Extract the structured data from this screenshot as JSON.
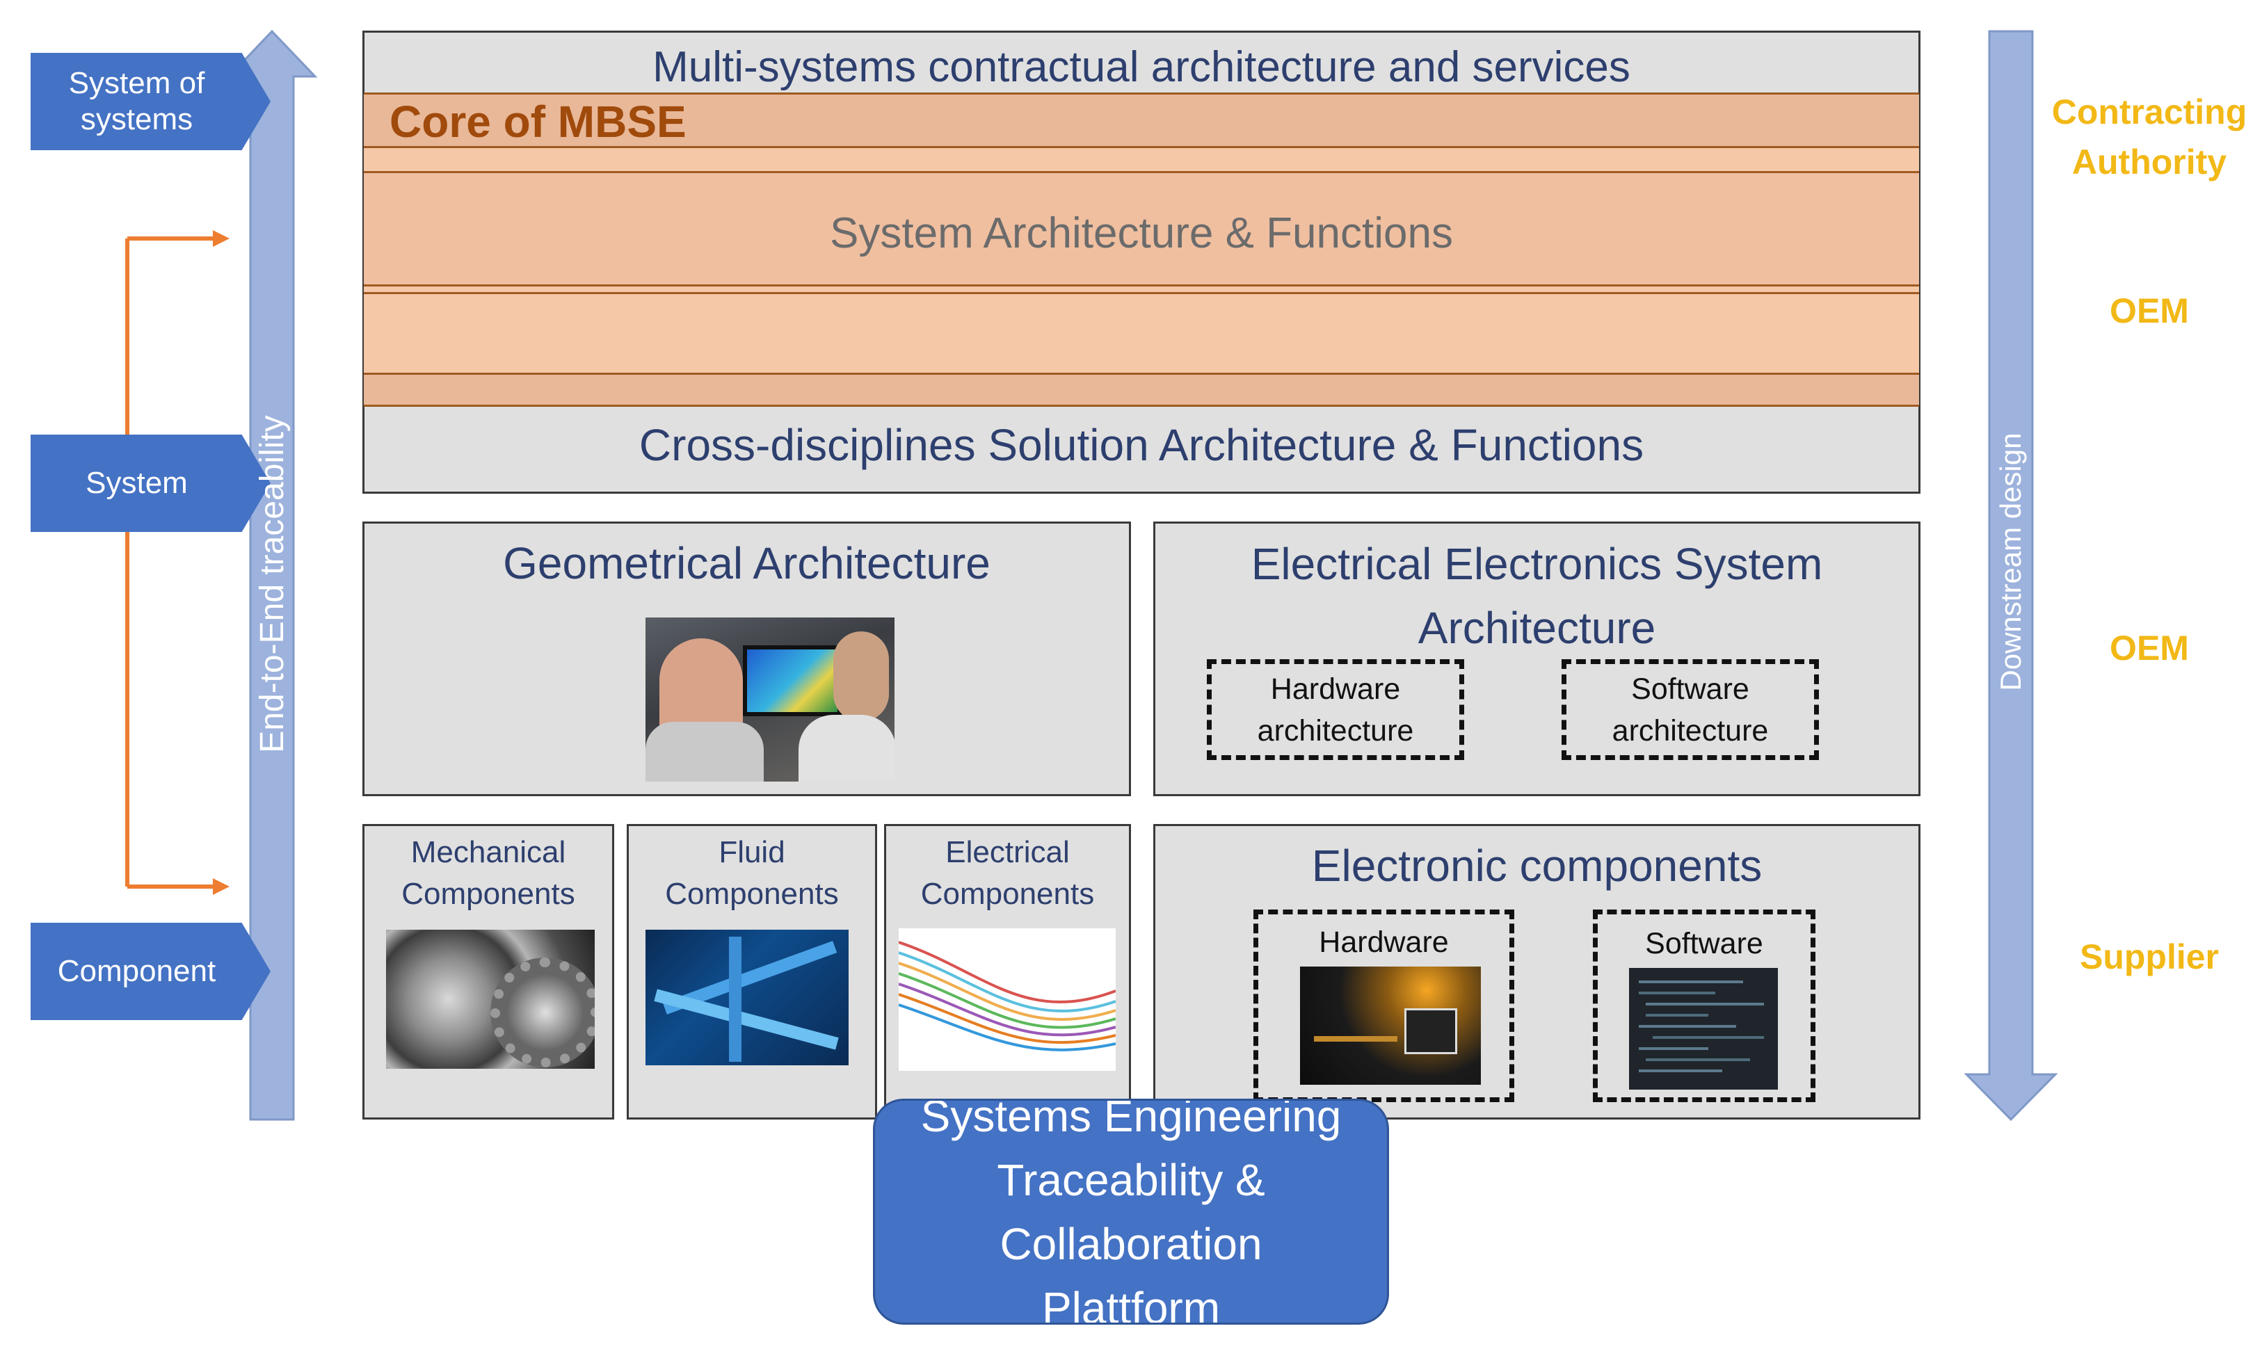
{
  "left_levels": {
    "system_of_systems": "System of\nsystems",
    "system": "System",
    "component": "Component"
  },
  "traceability_label": "End-to-End traceability",
  "downstream_label": "Downstream design",
  "stakeholders": {
    "contracting_authority": "Contracting\nAuthority",
    "oem_top": "OEM",
    "oem_mid": "OEM",
    "supplier": "Supplier"
  },
  "top_block": {
    "multi_systems": "Multi-systems contractual architecture and services",
    "core": "Core of MBSE",
    "system_arch": "System Architecture & Functions",
    "cross": "Cross-disciplines Solution Architecture & Functions"
  },
  "geometrical": {
    "title": "Geometrical Architecture"
  },
  "ee_system": {
    "title": "Electrical Electronics System\nArchitecture",
    "hardware": "Hardware\narchitecture",
    "software": "Software\narchitecture"
  },
  "components": {
    "mechanical": "Mechanical\nComponents",
    "fluid": "Fluid\nComponents",
    "electrical": "Electrical\nComponents"
  },
  "electronic": {
    "title": "Electronic components",
    "hardware": "Hardware",
    "software": "Software"
  },
  "platform": "Systems Engineering\nTraceability &\nCollaboration\nPlattform",
  "colors": {
    "level_blue": "#4472c4",
    "arrow_blue": "#9db3dd",
    "orange": "#ed7d31",
    "gold": "#f2b816",
    "core_text": "#a04a0c",
    "band_dark": "#e8b898",
    "band_light": "#f5c8a8"
  }
}
